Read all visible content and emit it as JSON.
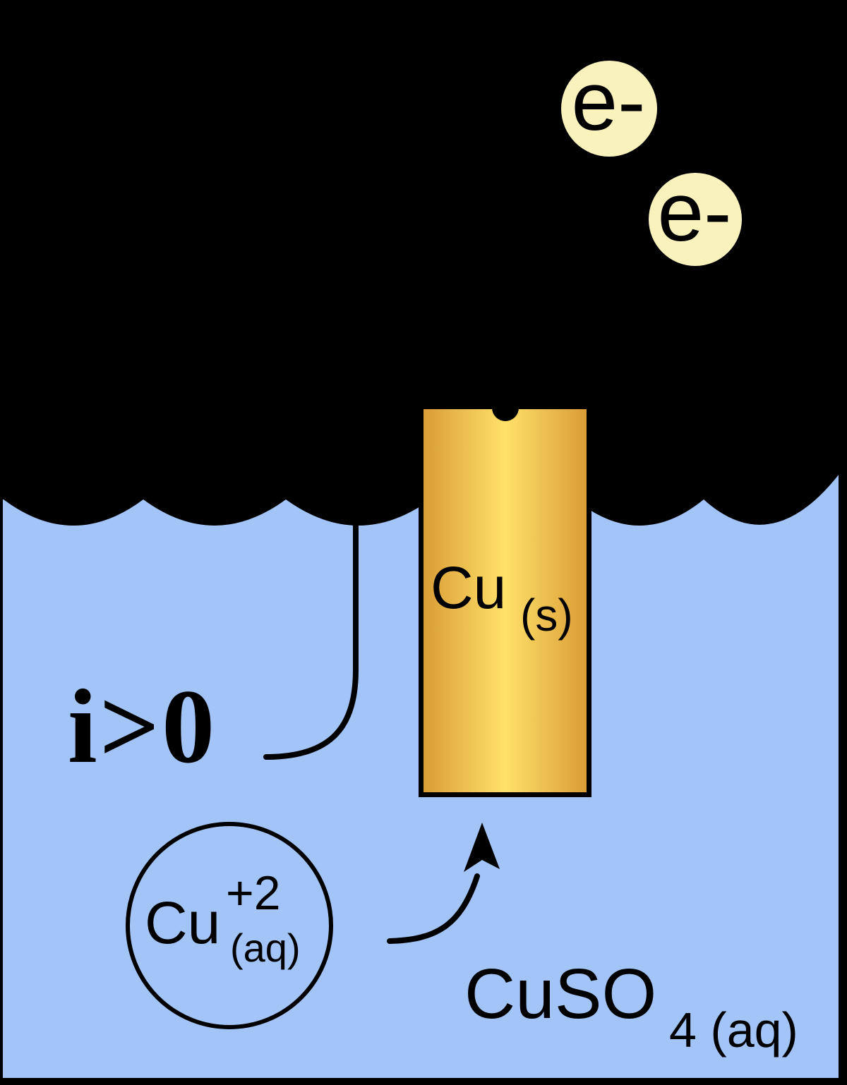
{
  "colors": {
    "sky": "#000000",
    "solution": "#A2C4F7",
    "ink": "#000000",
    "electron_fill": "#FAF2BC",
    "copper_edge": "#D99B35",
    "copper_center": "#FFE169"
  },
  "labels": {
    "electron1": "e-",
    "electron2": "e-",
    "electrode_main": "Cu",
    "electrode_state": "(s)",
    "current": "i>0",
    "ion_main": "Cu",
    "ion_charge": "+2",
    "ion_state": "(aq)",
    "solution_main": "CuSO",
    "solution_sub": "4 (aq)"
  }
}
